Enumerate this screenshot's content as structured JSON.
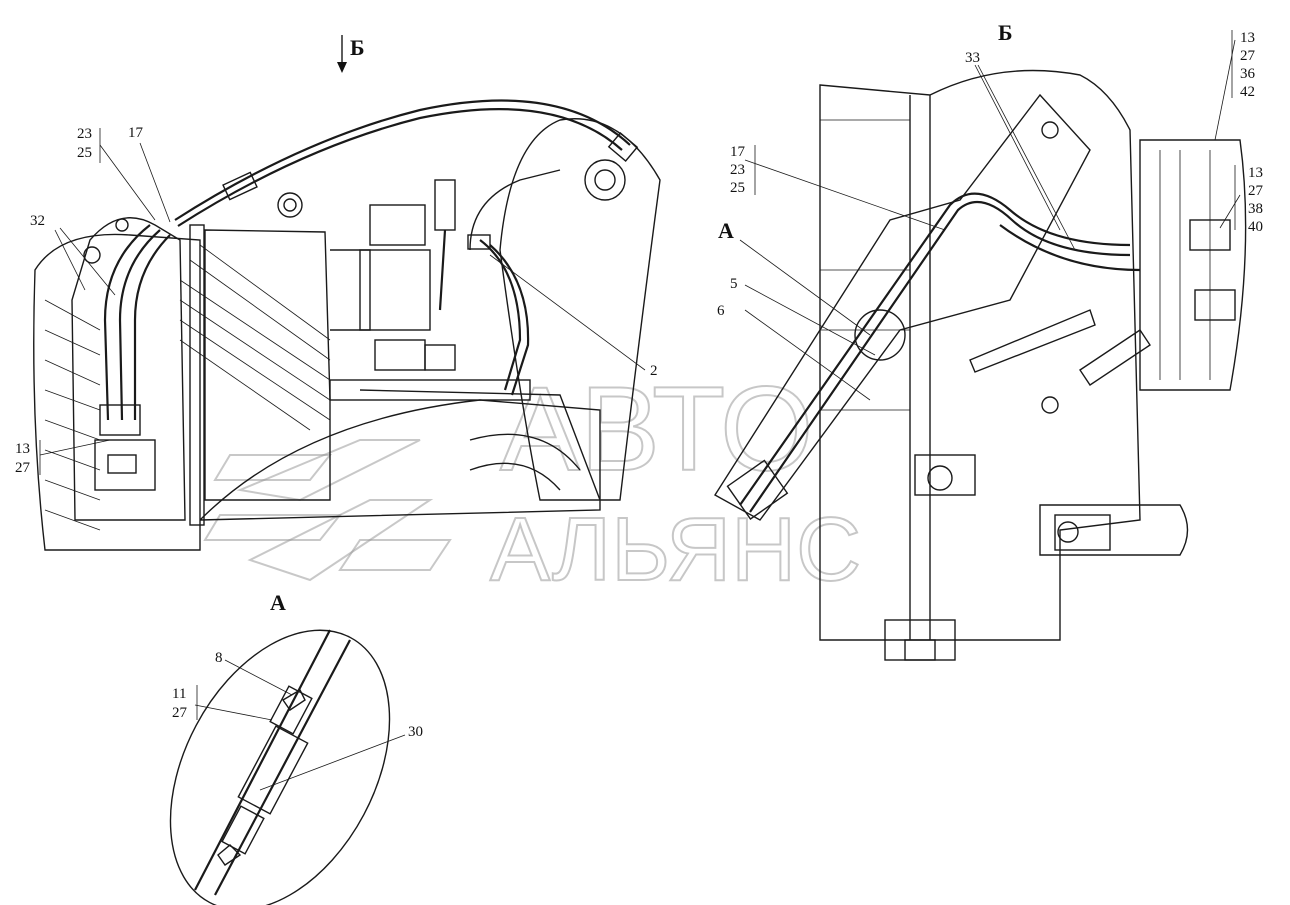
{
  "views": {
    "arrow_b_top": "Б",
    "view_b_title": "Б",
    "view_a_left": "А",
    "view_a_right": "А"
  },
  "callouts": {
    "c_17_top": "17",
    "c_23_25a": "23",
    "c_23_25b": "25",
    "c_32": "32",
    "c_2": "2",
    "c_13_27a": "13",
    "c_13_27b": "27",
    "c_8": "8",
    "c_11_27a": "11",
    "c_11_27b": "27",
    "c_30": "30",
    "c_17_23_25a": "17",
    "c_17_23_25b": "23",
    "c_17_23_25c": "25",
    "c_5": "5",
    "c_6": "6",
    "c_33": "33",
    "c_r1a": "13",
    "c_r1b": "27",
    "c_r1c": "36",
    "c_r1d": "42",
    "c_r2a": "13",
    "c_r2b": "27",
    "c_r2c": "38",
    "c_r2d": "40"
  },
  "watermark": {
    "line1": "АВТО",
    "line2": "АЛЬЯНС"
  }
}
